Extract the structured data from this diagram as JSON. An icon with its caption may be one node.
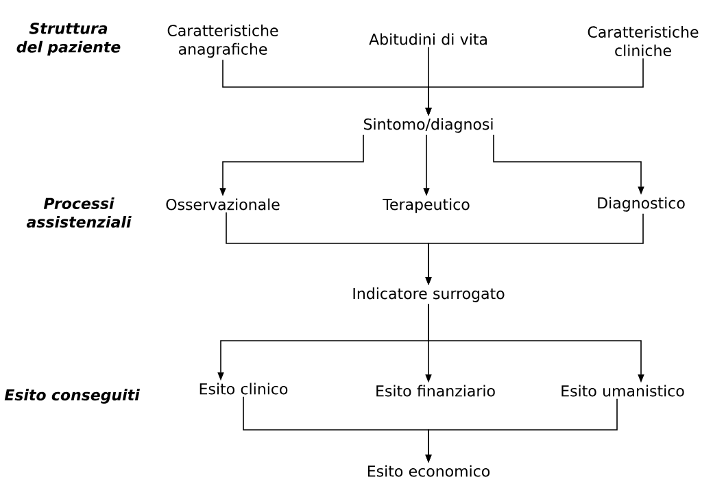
{
  "diagram": {
    "nodes": [
      {
        "text": [
          "Caratteristiche anagrafiche"
        ]
      },
      {
        "text": [
          "Abitudini di vita"
        ]
      },
      {
        "text": [
          "Caratteristiche cliniche"
        ]
      },
      {
        "text": [
          "Sintomo/diagnosi"
        ]
      },
      {
        "text": [
          "Osservazionale"
        ]
      },
      {
        "text": [
          "Terapeutico"
        ]
      },
      {
        "text": [
          "Diagnostico"
        ]
      },
      {
        "text": [
          "Indicatore surrogato"
        ]
      },
      {
        "text": [
          "Esito clinico"
        ]
      },
      {
        "text": [
          "Esito finanziario"
        ]
      },
      {
        "text": [
          "Esito umanistico"
        ]
      },
      {
        "text": [
          "Esito economico"
        ]
      }
    ],
    "edges": [
      {
        "from": 0,
        "to": 3,
        "arrow": "to"
      },
      {
        "from": 1,
        "to": 3,
        "arrow": "to"
      },
      {
        "from": 2,
        "to": 3,
        "arrow": "to"
      },
      {
        "from": 3,
        "to": 4,
        "arrow": "to"
      },
      {
        "from": 3,
        "to": 5,
        "arrow": "to"
      },
      {
        "from": 3,
        "to": 6,
        "arrow": "to"
      },
      {
        "from": 4,
        "to": 7,
        "arrow": "to"
      },
      {
        "from": 6,
        "to": 7,
        "arrow": "to"
      },
      {
        "from": 7,
        "to": 8,
        "arrow": "to"
      },
      {
        "from": 7,
        "to": 9,
        "arrow": "to"
      },
      {
        "from": 7,
        "to": 10,
        "arrow": "to"
      },
      {
        "from": 8,
        "to": 11,
        "arrow": "to"
      },
      {
        "from": 10,
        "to": 11,
        "arrow": "to"
      }
    ],
    "labels": [
      "Struttura del paziente",
      "Processi assistenziali",
      "Esito conseguiti"
    ]
  }
}
